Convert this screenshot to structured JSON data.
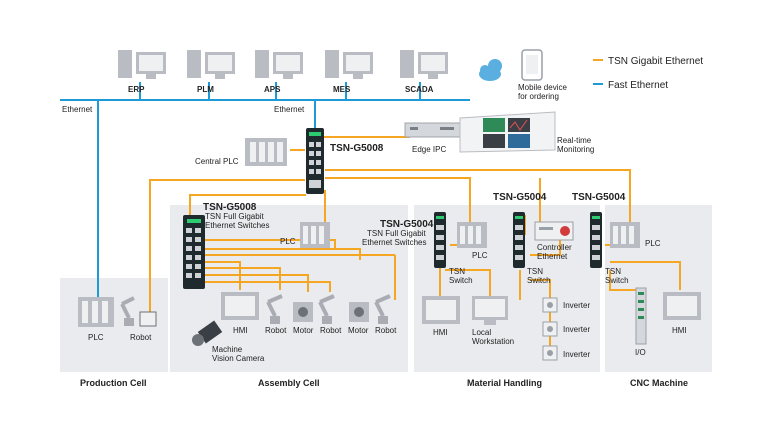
{
  "legend": {
    "tsn": {
      "label": "TSN Gigabit Ethernet",
      "color": "#f5a623"
    },
    "fast": {
      "label": "Fast Ethernet",
      "color": "#1e9ad6"
    }
  },
  "enterprise": [
    "ERP",
    "PLM",
    "APS",
    "MES",
    "SCADA"
  ],
  "cloud_device": "Mobile device\nfor ordering",
  "ethernet_labels": [
    "Ethernet",
    "Ethernet"
  ],
  "edge": {
    "ipc": "Edge IPC",
    "monitor": "Real-time\nMonitoring"
  },
  "central_plc": "Central PLC",
  "switches": {
    "core": "TSN-G5008",
    "assembly": {
      "name": "TSN-G5008",
      "desc": "TSN Full Gigabit\nEthernet Switches"
    },
    "material": {
      "name": "TSN-G5004",
      "desc": "TSN Full Gigabit\nEthernet Switches"
    },
    "top_material": "TSN-G5004",
    "top_cnc": "TSN-G5004"
  },
  "tsn_switch": "TSN\nSwitch",
  "controller": "Controller\nEthernet",
  "devices": {
    "plc": "PLC",
    "robot": "Robot",
    "hmi": "HMI",
    "motor": "Motor",
    "camera": "Machine\nVision Camera",
    "workstation": "Local\nWorkstation",
    "inverter": "Inverter",
    "io": "I/O"
  },
  "zones": [
    "Production Cell",
    "Assembly Cell",
    "Material Handling",
    "CNC Machine"
  ],
  "colors": {
    "zone": "#e9ebee",
    "device": "#b9bcc2",
    "switch": "#1f2a2f",
    "screen": "#eef0f2"
  }
}
